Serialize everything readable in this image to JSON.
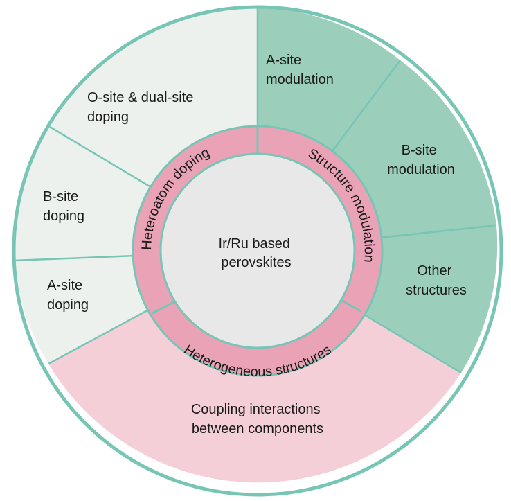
{
  "center": {
    "lines": [
      "Ir/Ru based",
      "perovskites"
    ]
  },
  "inner_ring": {
    "heteroatom": "Heteroatom doping",
    "structure": "Structure modulation",
    "heterogeneous": "Heterogeneous structures"
  },
  "outer": {
    "a_site_modulation": [
      "A-site",
      "modulation"
    ],
    "b_site_modulation": [
      "B-site",
      "modulation"
    ],
    "other_structures": [
      "Other",
      "structures"
    ],
    "coupling": [
      "Coupling interactions",
      "between components"
    ],
    "a_site_doping": [
      "A-site",
      "doping"
    ],
    "b_site_doping": [
      "B-site",
      "doping"
    ],
    "o_site_doping": [
      "O-site & dual-site",
      "doping"
    ]
  },
  "colors": {
    "doping_fill": "#edf1ee",
    "modulation_fill": "#9ccfbb",
    "heterogeneous_fill": "#f5cfd8",
    "inner_ring_fill": "#eaa2b6",
    "center_fill": "#e8e8e8",
    "border": "#77c5b4"
  }
}
